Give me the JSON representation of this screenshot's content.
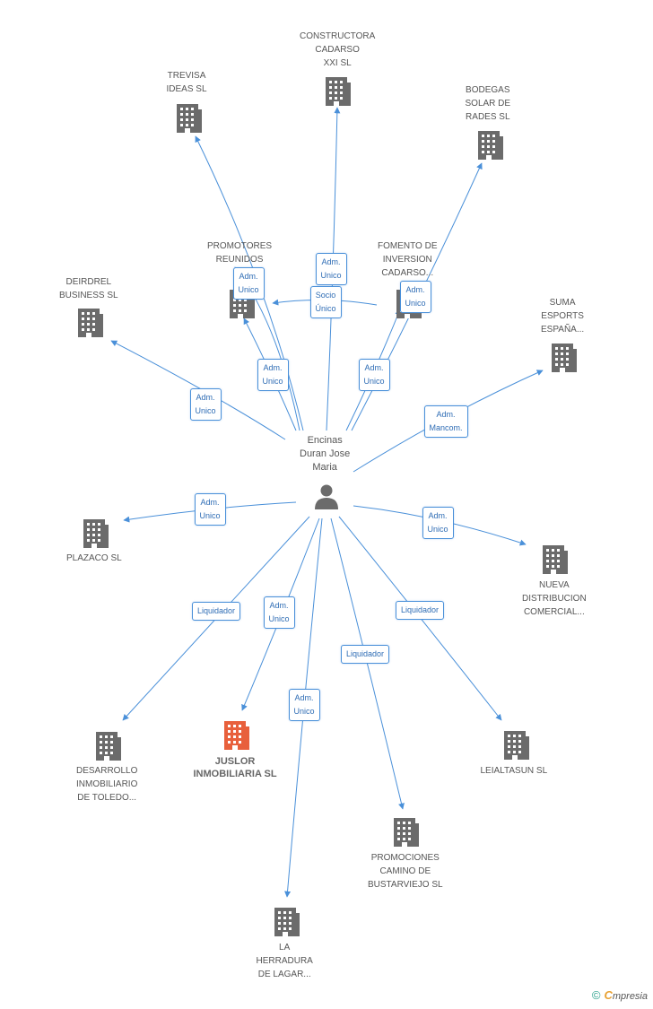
{
  "colors": {
    "edge": "#4a90d9",
    "building": "#6b6b6b",
    "focus_building": "#e8603c",
    "person": "#6b6b6b"
  },
  "person": {
    "lines": [
      "Encinas",
      "Duran Jose",
      "Maria"
    ],
    "icon": "person-icon"
  },
  "nodes": [
    {
      "id": "constructora",
      "lines": [
        "CONSTRUCTORA",
        "CADARSO",
        "XXI SL"
      ],
      "icon": "building-icon"
    },
    {
      "id": "trevisa",
      "lines": [
        "TREVISA",
        "IDEAS SL"
      ],
      "icon": "building-icon"
    },
    {
      "id": "bodegas",
      "lines": [
        "BODEGAS",
        "SOLAR DE",
        "RADES SL"
      ],
      "icon": "building-icon"
    },
    {
      "id": "promotores",
      "lines": [
        "PROMOTORES",
        "REUNIDOS",
        ""
      ],
      "icon": "building-icon"
    },
    {
      "id": "fomento",
      "lines": [
        "FOMENTO DE",
        "INVERSION",
        "CADARSO..."
      ],
      "icon": "building-icon"
    },
    {
      "id": "deirdrel",
      "lines": [
        "DEIRDREL",
        "BUSINESS SL"
      ],
      "icon": "building-icon"
    },
    {
      "id": "suma",
      "lines": [
        "SUMA",
        "ESPORTS",
        "ESPAÑA..."
      ],
      "icon": "building-icon"
    },
    {
      "id": "plazaco",
      "lines": [
        "PLAZACO SL"
      ],
      "icon": "building-icon"
    },
    {
      "id": "nueva",
      "lines": [
        "NUEVA",
        "DISTRIBUCION",
        "COMERCIAL..."
      ],
      "icon": "building-icon"
    },
    {
      "id": "desarrollo",
      "lines": [
        "DESARROLLO",
        "INMOBILIARIO",
        "DE TOLEDO..."
      ],
      "icon": "building-icon"
    },
    {
      "id": "juslor",
      "lines": [
        "JUSLOR",
        "INMOBILIARIA SL"
      ],
      "icon": "building-icon",
      "focus": true
    },
    {
      "id": "leialtasun",
      "lines": [
        "LEIALTASUN SL"
      ],
      "icon": "building-icon"
    },
    {
      "id": "promociones",
      "lines": [
        "PROMOCIONES",
        "CAMINO DE",
        "BUSTARVIEJO SL"
      ],
      "icon": "building-icon"
    },
    {
      "id": "herradura",
      "lines": [
        "LA",
        "HERRADURA",
        "DE LAGAR..."
      ],
      "icon": "building-icon"
    }
  ],
  "edges": [
    {
      "target": "constructora",
      "label": [
        "Adm.",
        "Unico"
      ]
    },
    {
      "target": "trevisa",
      "label": [
        "Adm.",
        "Unico"
      ]
    },
    {
      "target": "bodegas",
      "label": [
        "Adm.",
        "Unico"
      ]
    },
    {
      "target": "promotores",
      "label": [
        "Adm.",
        "Unico"
      ]
    },
    {
      "target": "promotores",
      "label": [
        "Socio",
        "Único"
      ]
    },
    {
      "target": "fomento",
      "label": [
        "Adm.",
        "Unico"
      ]
    },
    {
      "target": "promotores",
      "label": [
        "Adm.",
        "Unico"
      ]
    },
    {
      "target": "deirdrel",
      "label": [
        "Adm.",
        "Unico"
      ]
    },
    {
      "target": "suma",
      "label": [
        "Adm.",
        "Mancom."
      ]
    },
    {
      "target": "plazaco",
      "label": [
        "Adm.",
        "Unico"
      ]
    },
    {
      "target": "nueva",
      "label": [
        "Adm.",
        "Unico"
      ]
    },
    {
      "target": "desarrollo",
      "label": [
        "Liquidador"
      ]
    },
    {
      "target": "juslor",
      "label": [
        "Adm.",
        "Unico"
      ]
    },
    {
      "target": "leialtasun",
      "label": [
        "Liquidador"
      ]
    },
    {
      "target": "promociones",
      "label": [
        "Liquidador"
      ]
    },
    {
      "target": "herradura",
      "label": [
        "Adm.",
        "Unico"
      ]
    }
  ],
  "footer": {
    "copyright": "©",
    "brand_first": "C",
    "brand_rest": "mpresia"
  }
}
